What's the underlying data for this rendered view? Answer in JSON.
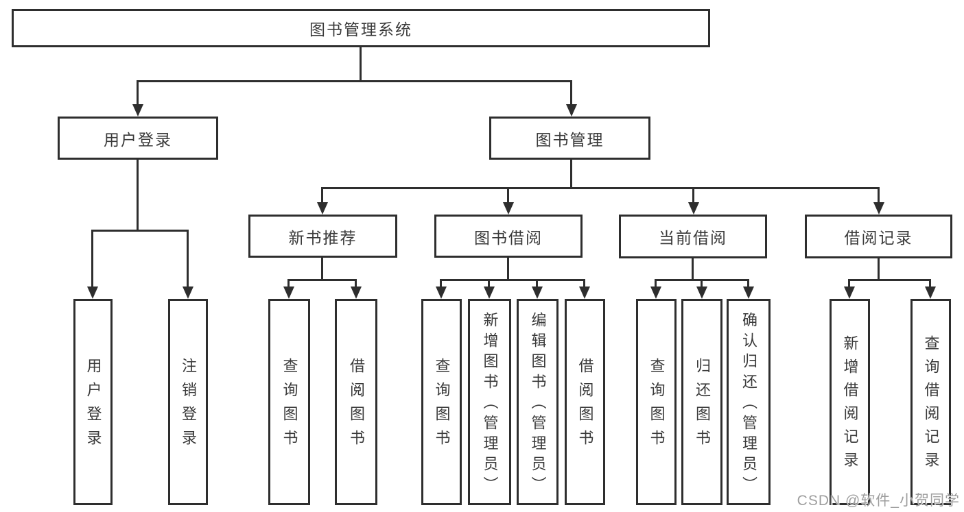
{
  "diagram": {
    "type": "hierarchy-tree",
    "title": "图书管理系统",
    "nodes": {
      "root": "图书管理系统",
      "userLogin": "用户登录",
      "bookMgmt": "图书管理",
      "newBookRec": "新书推荐",
      "bookBorrow": "图书借阅",
      "currentBorrow": "当前借阅",
      "borrowRecords": "借阅记录"
    },
    "leaves": [
      "用户登录",
      "注销登录",
      "查询图书",
      "借阅图书",
      "查询图书",
      "新增图书（管理员）",
      "编辑图书（管理员）",
      "借阅图书",
      "查询图书",
      "归还图书",
      "确认归还（管理员）",
      "新增借阅记录",
      "查询借阅记录"
    ],
    "tree": {
      "图书管理系统": {
        "用户登录": [
          "用户登录",
          "注销登录"
        ],
        "图书管理": {
          "新书推荐": [
            "查询图书",
            "借阅图书"
          ],
          "图书借阅": [
            "查询图书",
            "新增图书（管理员）",
            "编辑图书（管理员）",
            "借阅图书"
          ],
          "当前借阅": [
            "查询图书",
            "归还图书",
            "确认归还（管理员）"
          ],
          "借阅记录": [
            "新增借阅记录",
            "查询借阅记录"
          ]
        }
      }
    },
    "colors": {
      "line": "#2e2e2e",
      "text": "#3a3a3a",
      "background": "#ffffff",
      "watermark": "#9e9e9e"
    }
  },
  "watermark": {
    "text": "CSDN @软件_小贺同学"
  }
}
